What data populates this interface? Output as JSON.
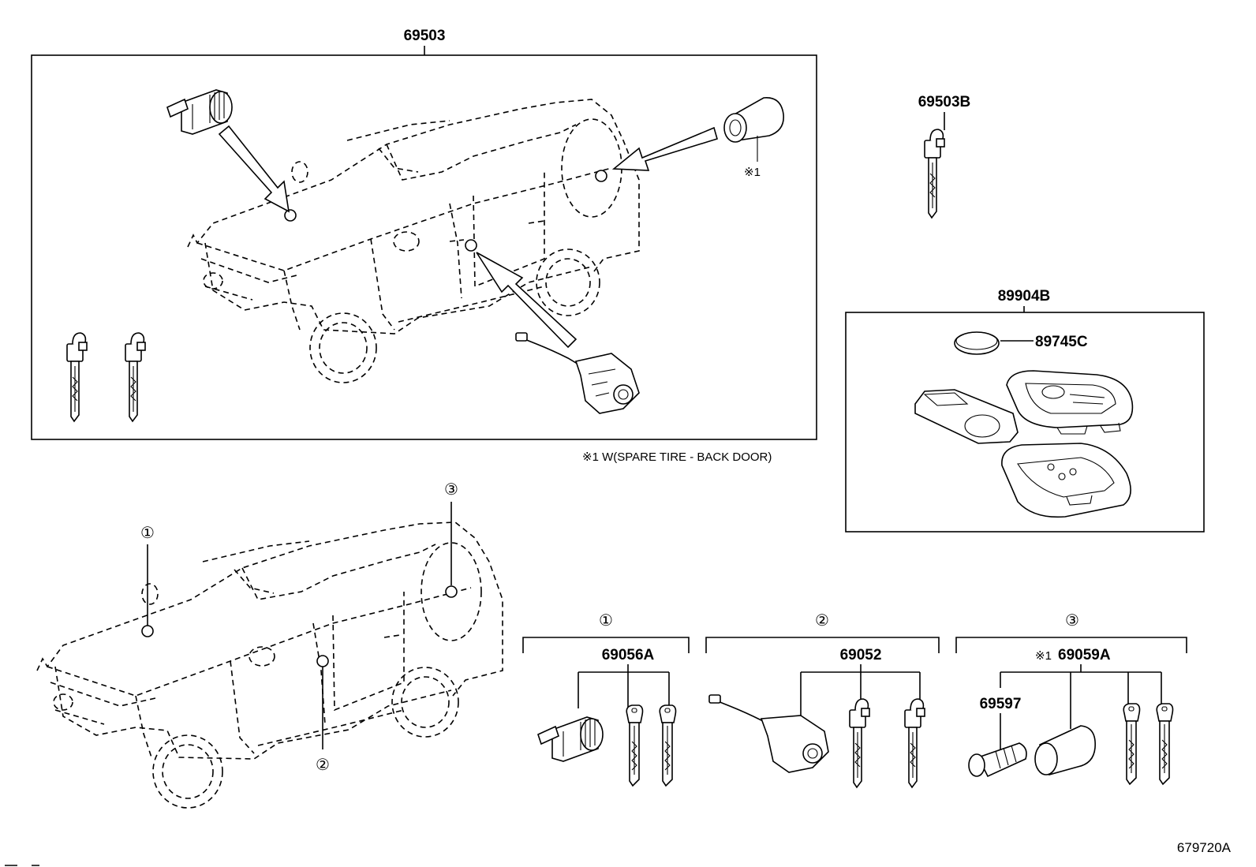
{
  "labels": {
    "main_kit": "69503",
    "key_blank": "69503B",
    "smart_key": "89904B",
    "battery": "89745C",
    "cylinder_1": "69056A",
    "cylinder_2": "69052",
    "cylinder_3": "69059A",
    "cylinder_3_prefix": "※1",
    "lock_barrel": "69597",
    "star_note": "※1"
  },
  "note": "※1 W(SPARE TIRE - BACK DOOR)",
  "callouts": [
    "①",
    "②",
    "③"
  ],
  "diagram_code": "679720A"
}
